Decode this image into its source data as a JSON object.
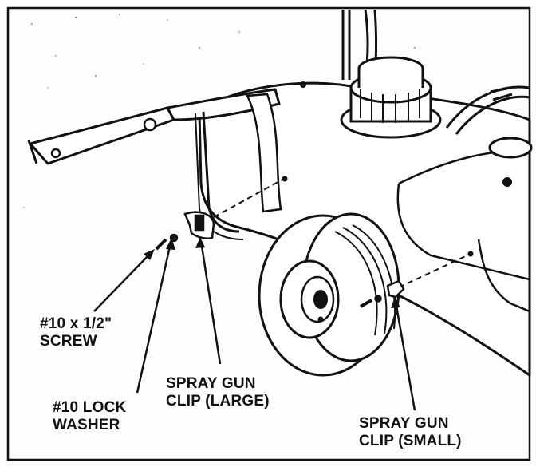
{
  "labels": {
    "screw": {
      "line1": "#10 x 1/2\"",
      "line2": "SCREW"
    },
    "lock_washer": {
      "line1": "#10 LOCK",
      "line2": "WASHER"
    },
    "clip_large": {
      "line1": "SPRAY GUN",
      "line2": "CLIP (LARGE)"
    },
    "clip_small": {
      "line1": "SPRAY GUN",
      "line2": "CLIP (SMALL)"
    }
  },
  "colors": {
    "ink": "#111111",
    "paper": "#fdfdfb"
  }
}
